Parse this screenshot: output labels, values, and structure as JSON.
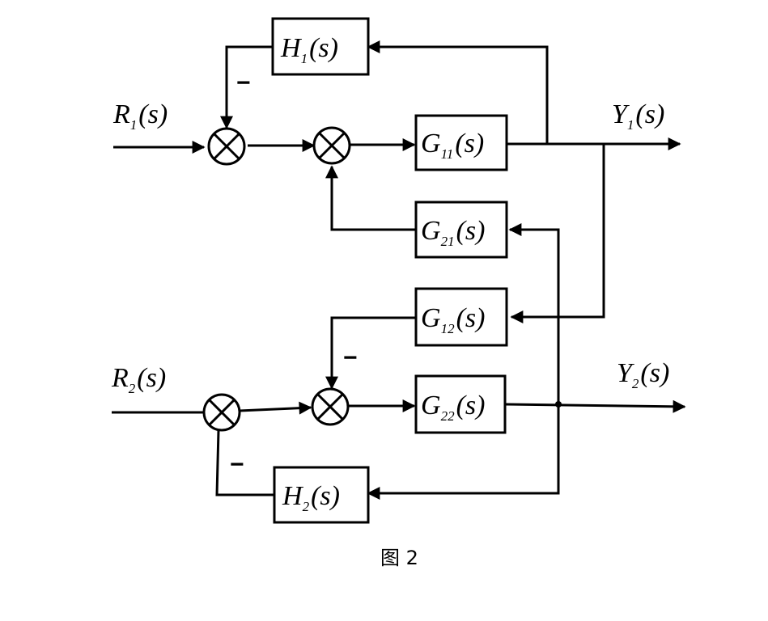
{
  "blocks": {
    "h1": {
      "sym": "H",
      "sub": "1",
      "arg": "(s)"
    },
    "g11": {
      "sym": "G",
      "sub": "11",
      "arg": "(s)"
    },
    "g21": {
      "sym": "G",
      "sub": "21",
      "arg": "(s)"
    },
    "g12": {
      "sym": "G",
      "sub": "12",
      "arg": "(s)"
    },
    "g22": {
      "sym": "G",
      "sub": "22",
      "arg": "(s)"
    },
    "h2": {
      "sym": "H",
      "sub": "2",
      "arg": "(s)"
    }
  },
  "signals": {
    "r1": {
      "sym": "R",
      "sub": "1",
      "arg": "(s)"
    },
    "y1": {
      "sym": "Y",
      "sub": "1",
      "arg": "(s)"
    },
    "r2": {
      "sym": "R",
      "sub": "2",
      "arg": "(s)"
    },
    "y2": {
      "sym": "Y",
      "sub": "2",
      "arg": "(s)"
    }
  },
  "signs": {
    "h1_feedback": "−",
    "g12_feedback": "−",
    "h2_feedback": "−"
  },
  "caption": "图 2"
}
